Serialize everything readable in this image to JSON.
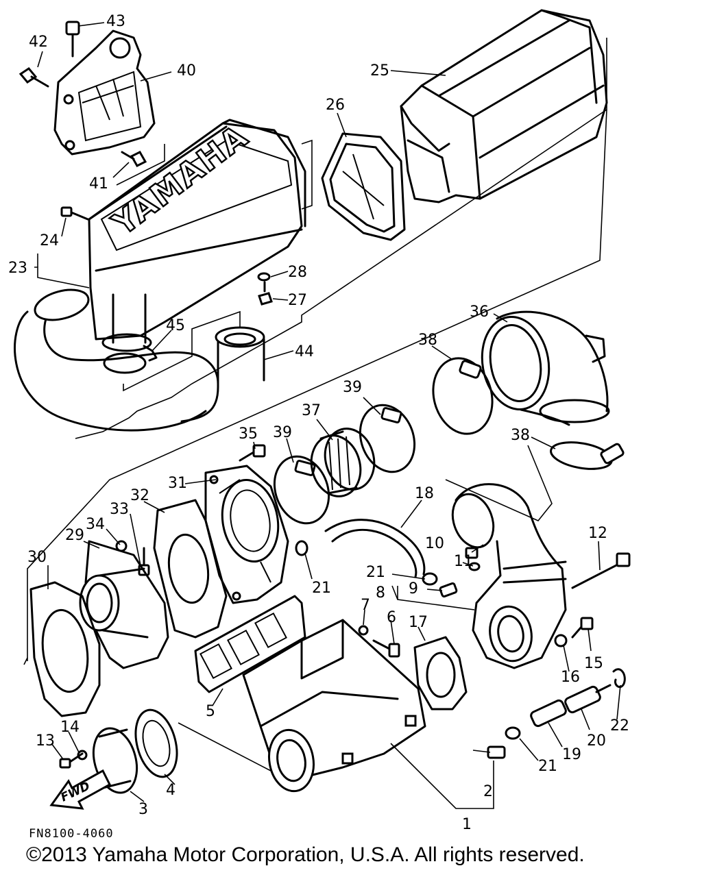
{
  "diagram": {
    "brand_mark": "YAMAHA",
    "direction_label": "FWD",
    "drawing_code": "FN8100-4060",
    "copyright": "©2013 Yamaha Motor Corporation, U.S.A. All rights reserved.",
    "callouts": [
      "1",
      "2",
      "3",
      "4",
      "5",
      "6",
      "7",
      "8",
      "9",
      "10",
      "11",
      "12",
      "13",
      "14",
      "15",
      "16",
      "17",
      "18",
      "19",
      "20",
      "21",
      "21",
      "21",
      "22",
      "23",
      "24",
      "25",
      "26",
      "27",
      "28",
      "29",
      "30",
      "31",
      "32",
      "33",
      "34",
      "35",
      "36",
      "37",
      "38",
      "38",
      "39",
      "39",
      "40",
      "41",
      "42",
      "43",
      "44",
      "45"
    ]
  }
}
